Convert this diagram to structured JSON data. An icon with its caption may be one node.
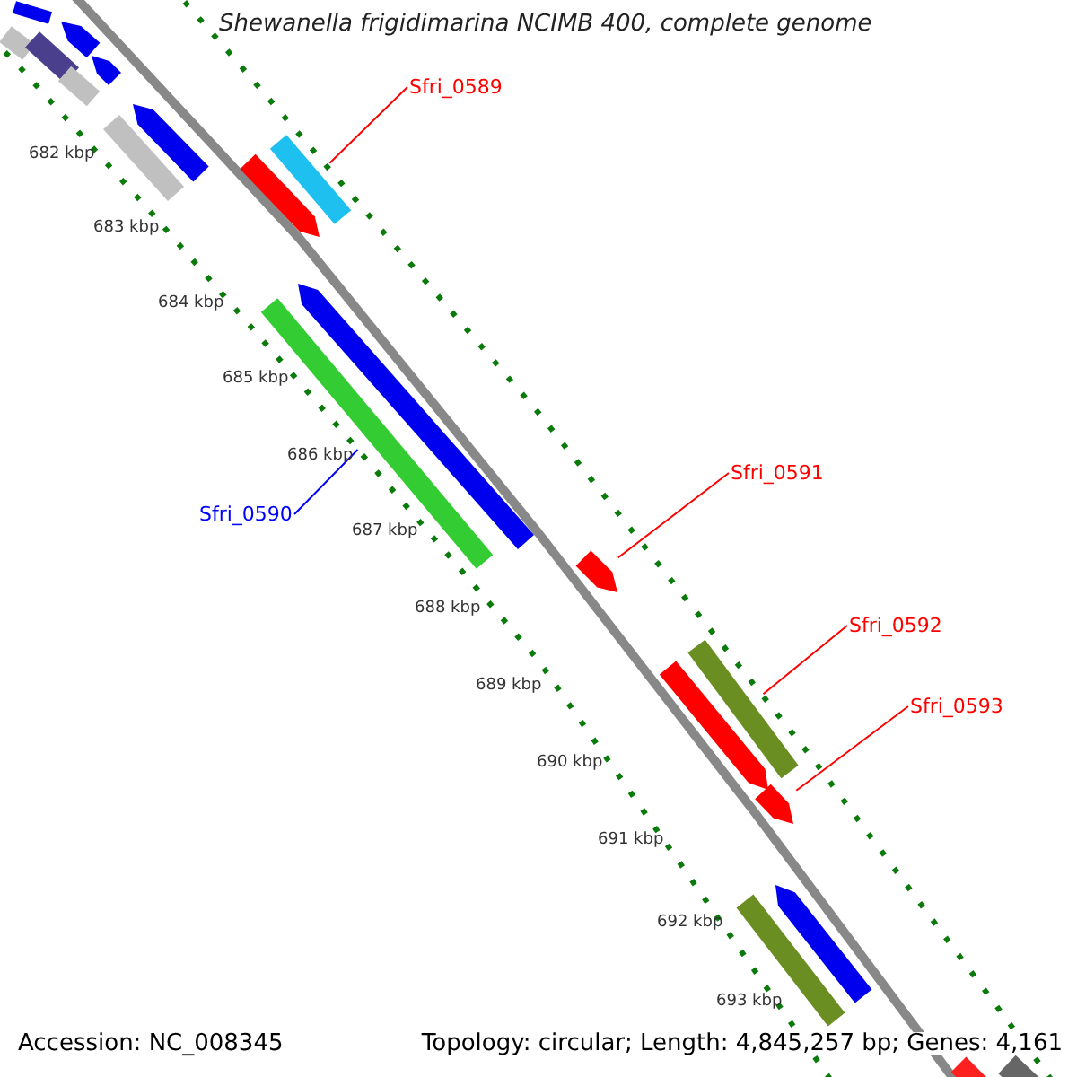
{
  "diagram": {
    "title": "Shewanella frigidimarina NCIMB 400, complete genome",
    "nodes": [
      {
        "text": [],
        "shape": "bar"
      },
      {
        "text": [],
        "shape": "bar"
      },
      {
        "text": [],
        "shape": "arrow"
      },
      {
        "text": [],
        "shape": "bar"
      },
      {
        "text": [],
        "shape": "arrow"
      },
      {
        "text": [],
        "shape": "bar"
      },
      {
        "text": [
          "Sfri_0589"
        ]
      },
      {
        "text": [],
        "shape": "arrow"
      },
      {
        "text": [],
        "shape": "bar"
      },
      {
        "text": [],
        "shape": "bar"
      },
      {
        "text": [],
        "shape": "arrow"
      },
      {
        "text": [],
        "shape": "arrow"
      },
      {
        "text": [],
        "shape": "bar"
      },
      {
        "text": [
          "Sfri_0591"
        ]
      },
      {
        "text": [
          "Sfri_0590"
        ]
      },
      {
        "text": [],
        "shape": "arrow"
      },
      {
        "text": [
          "Sfri_0592"
        ]
      },
      {
        "text": [],
        "shape": "bar"
      },
      {
        "text": [],
        "shape": "arrow"
      },
      {
        "text": [
          "Sfri_0593"
        ]
      },
      {
        "text": [],
        "shape": "arrow"
      },
      {
        "text": [],
        "shape": "arrow"
      },
      {
        "text": [],
        "shape": "bar"
      },
      {
        "text": [],
        "shape": "bar"
      },
      {
        "text": [],
        "shape": "bar"
      }
    ],
    "edges": [
      {
        "from": 6,
        "to": 9,
        "arrow": "none"
      },
      {
        "from": 14,
        "to": 12,
        "arrow": "none",
        "color": "#0000ff"
      },
      {
        "from": 13,
        "to": 15,
        "arrow": "none"
      },
      {
        "from": 16,
        "to": 17,
        "arrow": "none"
      },
      {
        "from": 19,
        "to": 20,
        "arrow": "none"
      }
    ],
    "labels": [
      "682 kbp",
      "683 kbp",
      "684 kbp",
      "685 kbp",
      "686 kbp",
      "687 kbp",
      "688 kbp",
      "689 kbp",
      "690 kbp",
      "691 kbp",
      "692 kbp",
      "693 kbp",
      "Accession: NC_008345",
      "Topology: circular; Length: 4,845,257 bp; Genes: 4,161"
    ]
  }
}
